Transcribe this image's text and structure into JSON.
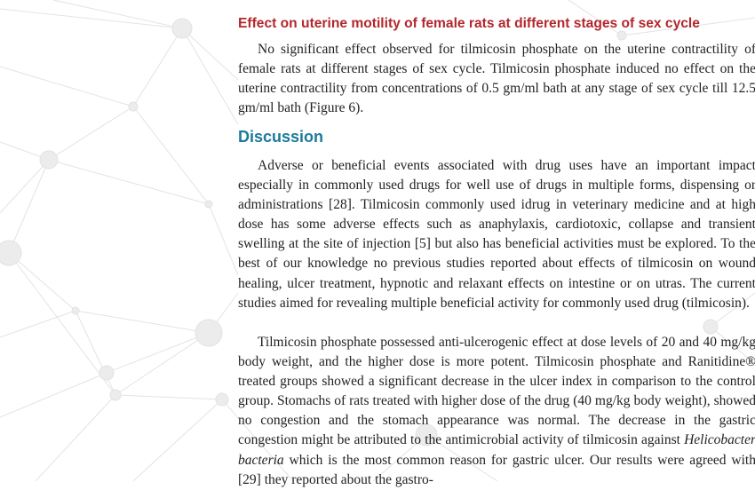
{
  "results_subsection": {
    "heading": "Effect on uterine motility of female rats at different stages of sex cycle",
    "paragraph": "No significant effect observed for tilmicosin phosphate on the uterine contractility of female rats at different stages of sex cycle. Tilmicosin phosphate induced no effect on the uterine contractility from concentrations of 0.5 gm/ml bath at any stage of sex cycle till 12.5 gm/ml bath (Figure 6)."
  },
  "discussion": {
    "heading": "Discussion",
    "paragraph_1": "Adverse or beneficial events associated with drug uses have an important impact especially in commonly used drugs for well use of drugs in multiple forms, dispensing or administrations [28]. Tilmicosin commonly used idrug in veterinary medicine and at high dose has some adverse effects such as anaphylaxis, cardiotoxic, collapse and transient swelling at the site of injection [5] but also has beneficial activities must be explored. To the best of our knowledge no previous studies reported about effects of tilmicosin on wound healing, ulcer treatment, hypnotic and relaxant effects on intestine or on utras. The current studies aimed for revealing multiple beneficial activity for commonly used drug (tilmicosin).",
    "paragraph_2_before_italic": "Tilmicosin phosphate possessed anti-ulcerogenic effect at dose levels of 20 and 40 mg/kg body weight, and the higher dose is more potent. Tilmicosin phosphate and Ranitidine® treated groups showed a significant decrease in the ulcer index in comparison to the control group. Stomachs of rats treated with higher dose of the drug (40 mg/kg body weight), showed no congestion and the stomach appearance was normal. The decrease in the gastric congestion might be attributed to the antimicrobial activity of tilmicosin against ",
    "paragraph_2_italic": "Helicobacter bacteria",
    "paragraph_2_after_italic": " which is the most common reason for gastric ulcer. Our results were agreed with [29] they reported about the gastro-"
  },
  "colors": {
    "subheading": "#b3272d",
    "section_heading": "#1b7b9a",
    "body_text": "#222222",
    "background_network": "#dedede"
  }
}
